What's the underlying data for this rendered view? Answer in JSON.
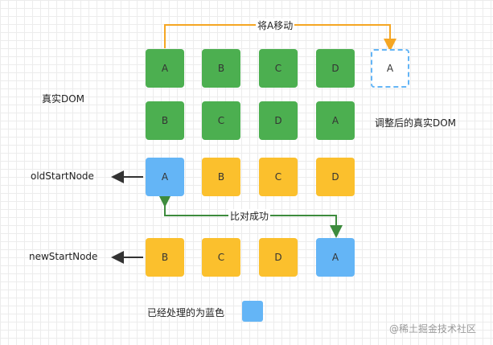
{
  "labels": {
    "move_a": "将A移动",
    "real_dom": "真实DOM",
    "adjusted_real_dom": "调整后的真实DOM",
    "old_start_node": "oldStartNode",
    "new_start_node": "newStartNode",
    "compare_success": "比对成功",
    "processed_blue": "已经处理的为蓝色"
  },
  "rows": {
    "real_dom_top": [
      "A",
      "B",
      "C",
      "D"
    ],
    "moved_ghost": "A",
    "adjusted_dom": [
      "B",
      "C",
      "D",
      "A"
    ],
    "old_vnodes": [
      "A",
      "B",
      "C",
      "D"
    ],
    "new_vnodes": [
      "B",
      "C",
      "D",
      "A"
    ]
  },
  "watermark": "@稀土掘金技术社区",
  "colors": {
    "real_dom": "#4caf50",
    "vnode": "#fbc02d",
    "processed": "#64b5f6",
    "move_arrow": "#f5a623",
    "match_arrow": "#3d8b3d",
    "pointer_arrow": "#333333"
  }
}
